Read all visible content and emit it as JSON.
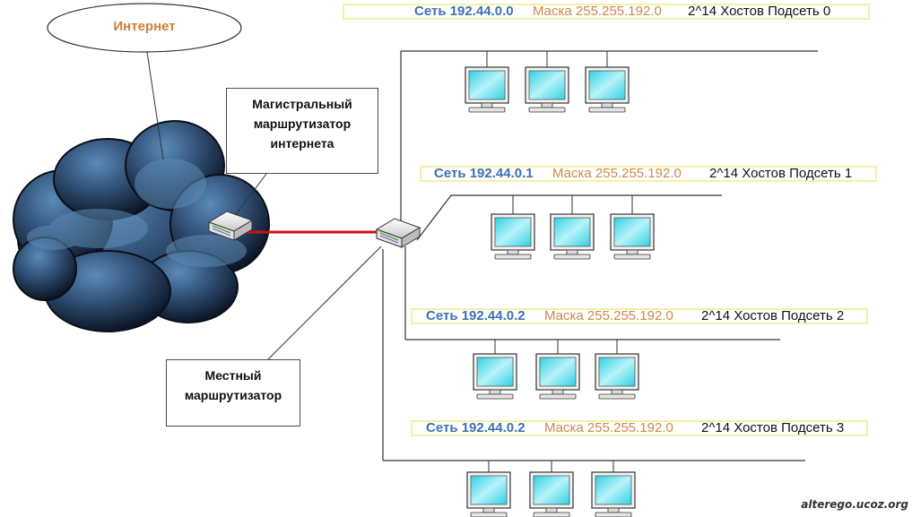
{
  "internet_label": "Интернет",
  "backbone_router_label": [
    "Магистральный",
    "маршрутизатор",
    "интернета"
  ],
  "local_router_label": [
    "Местный",
    "маршрутизатор"
  ],
  "subnets": [
    {
      "network": "Сеть 192.44.0.0",
      "mask": "Маска 255.255.192.0",
      "hosts": "2^14 Хостов Подсеть 0"
    },
    {
      "network": "Сеть 192.44.0.1",
      "mask": "Маска 255.255.192.0",
      "hosts": "2^14 Хостов Подсеть 1"
    },
    {
      "network": "Сеть 192.44.0.2",
      "mask": "Маска 255.255.192.0",
      "hosts": "2^14 Хостов Подсеть 2"
    },
    {
      "network": "Сеть 192.44.0.2",
      "mask": "Маска 255.255.192.0",
      "hosts": "2^14 Хостов Подсеть 3"
    }
  ],
  "watermark": "alterego.ucoz.org",
  "colors": {
    "network_text": "#3d70b5",
    "mask_text": "#c98a4a",
    "internet_text": "#c9803c",
    "link": "#cc1111",
    "monitor_screen": "#33d6e6",
    "cloud": "#23324a"
  },
  "icons": [
    "cloud-icon",
    "router-icon",
    "monitor-icon"
  ]
}
